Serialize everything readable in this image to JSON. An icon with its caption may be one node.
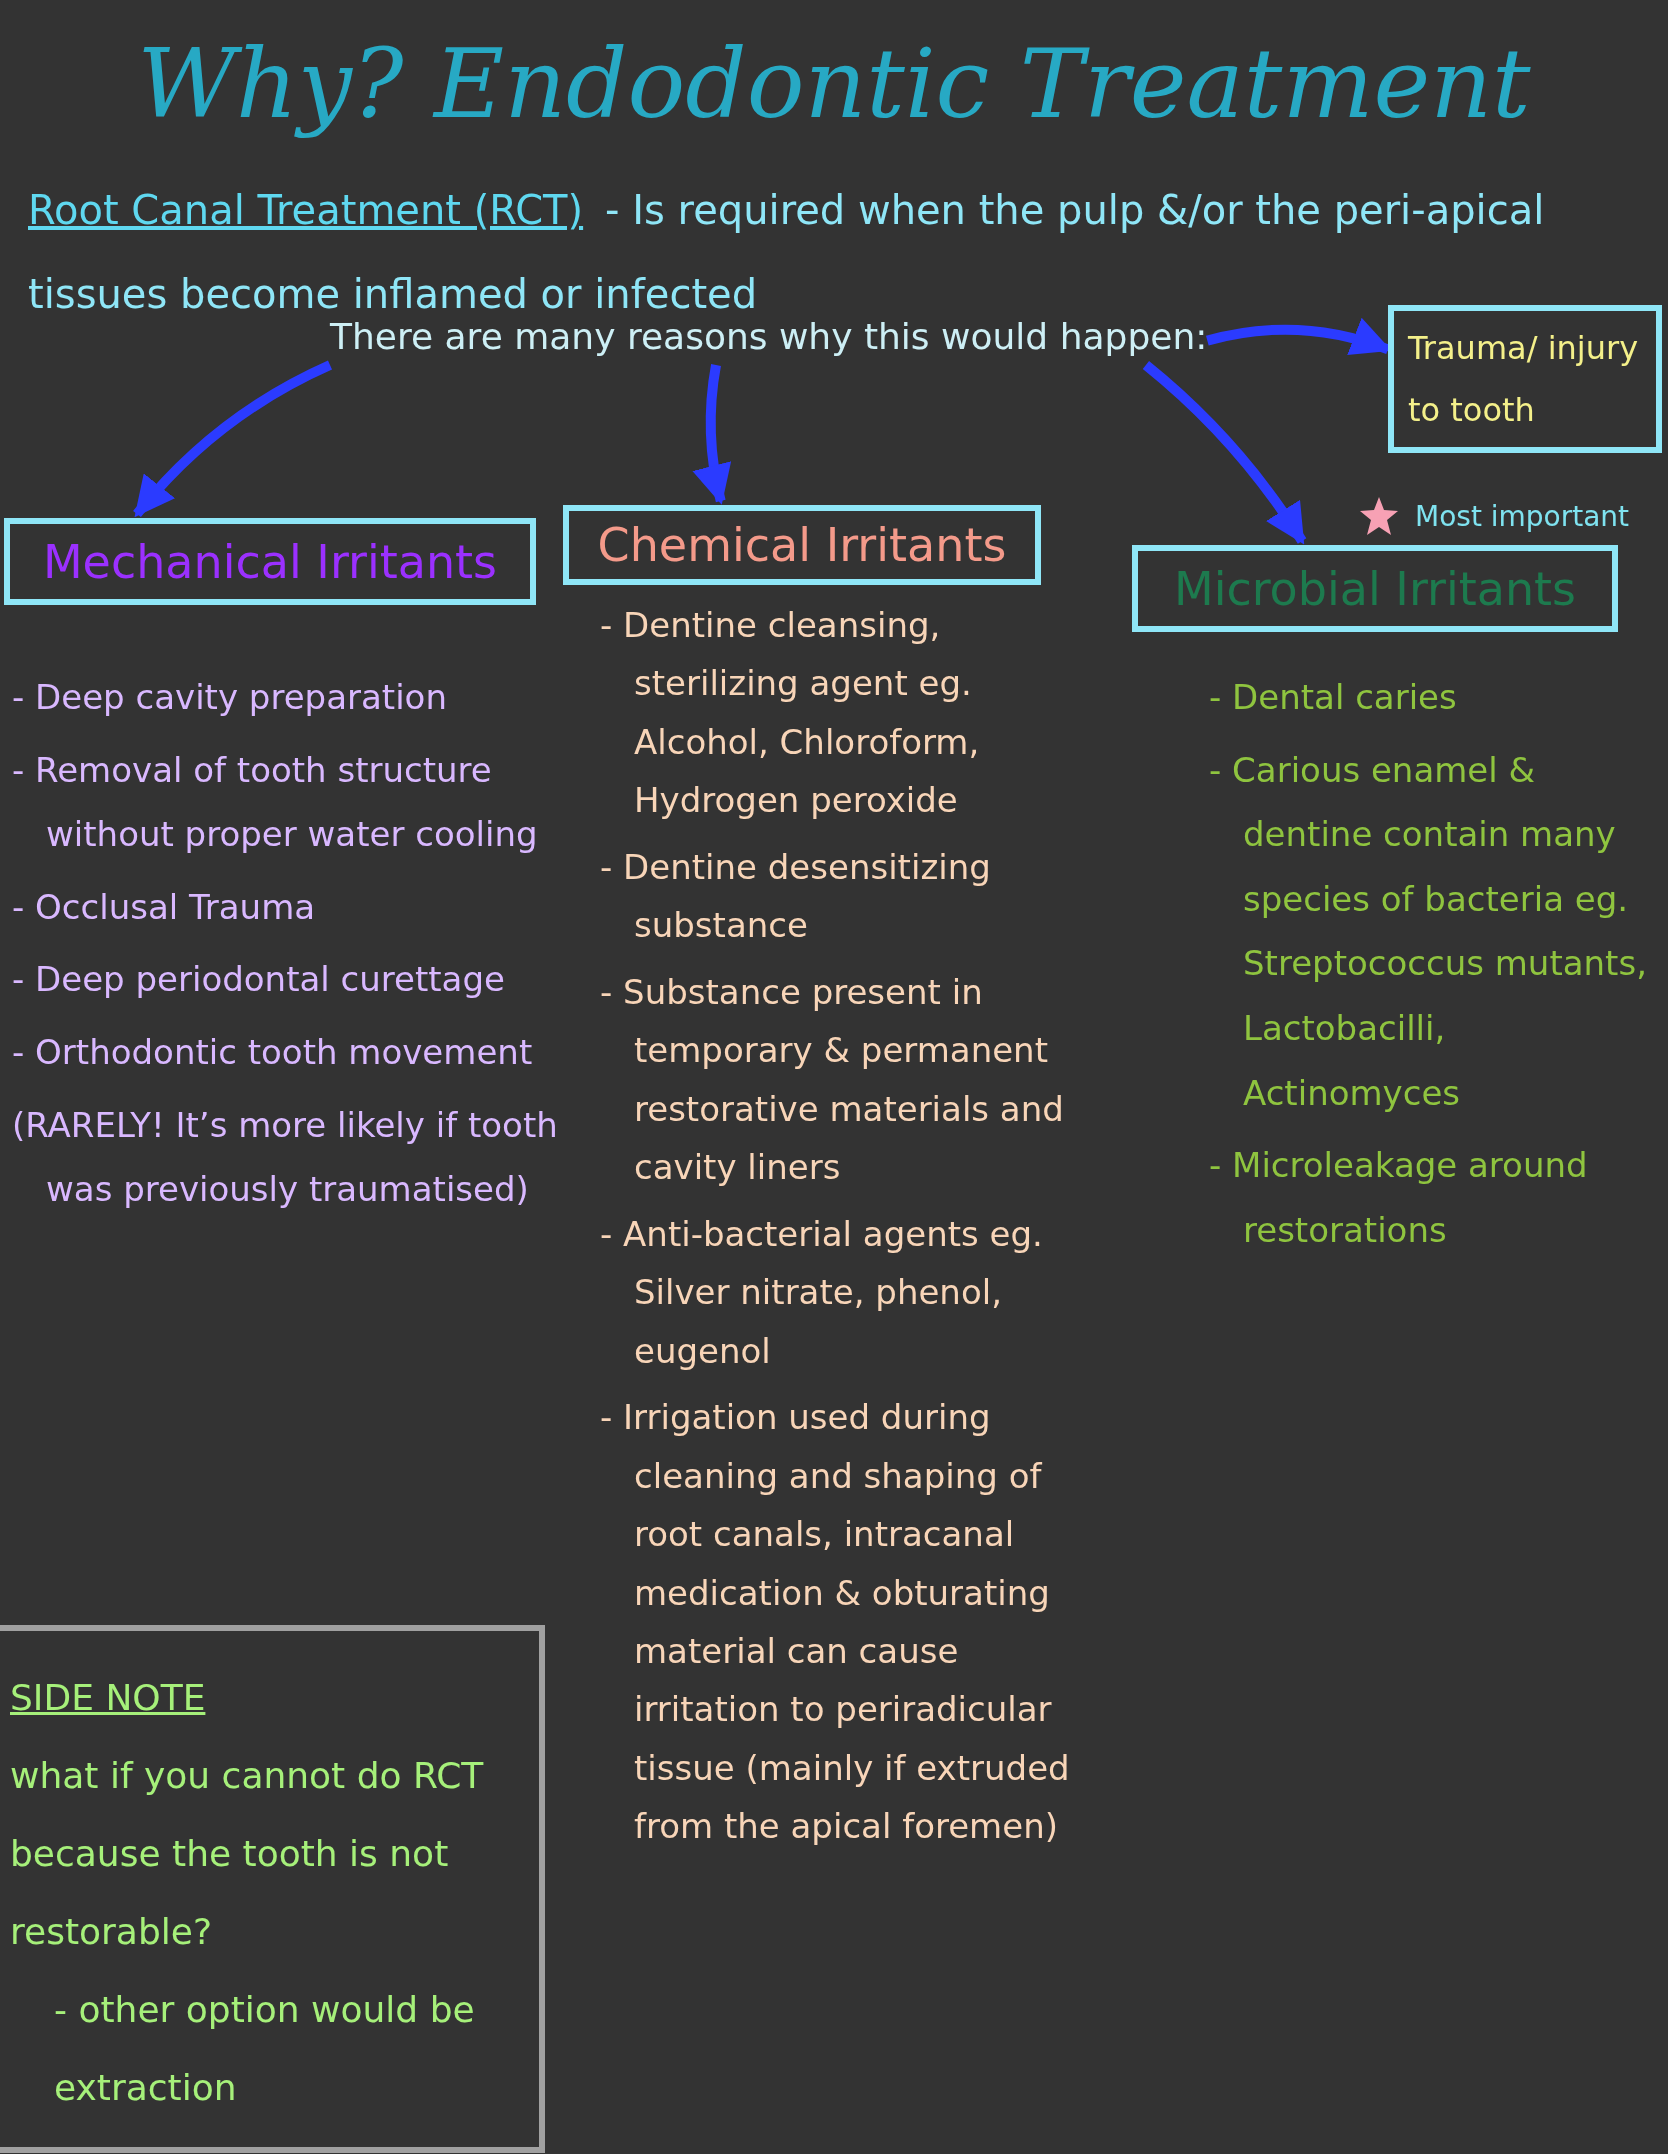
{
  "diagram": {
    "title": "Why? Endodontic Treatment",
    "nodes": [
      {
        "text": [
          "There are many reasons why this would happen:"
        ]
      },
      {
        "text": [
          "Trauma/ injury to tooth"
        ]
      },
      {
        "text": [
          "Mechanical Irritants"
        ],
        "beside": [
          "- Deep cavity preparation",
          "- Removal of tooth structure without proper water cooling",
          "- Occlusal Trauma",
          "- Deep periodontal curettage",
          "- Orthodontic tooth movement",
          "(RARELY! It’s more likely if tooth was previously traumatised)"
        ]
      },
      {
        "text": [
          "Chemical Irritants"
        ],
        "beside": [
          "- Dentine cleansing, sterilizing agent eg. Alcohol, Chloroform, Hydrogen peroxide",
          "- Dentine desensitizing substance",
          "- Substance present in temporary & permanent restorative materials and cavity liners",
          "- Anti-bacterial agents eg. Silver nitrate, phenol, eugenol",
          "- Irrigation used during cleaning and shaping of root canals, intracanal medication & obturating material can cause irritation to periradicular tissue (mainly if extruded from the apical foremen)"
        ]
      },
      {
        "text": [
          "Microbial Irritants"
        ],
        "beside": [
          "Most important",
          "- Dental caries",
          "- Carious enamel & dentine contain many species of bacteria eg. Streptococcus mutants, Lactobacilli, Actinomyces",
          "- Microleakage around restorations"
        ]
      },
      {
        "text": [
          "SIDE NOTE",
          "what if you cannot do RCT because the tooth is not restorable?",
          "- other option would be extraction"
        ]
      }
    ],
    "edges": [
      {
        "from": 0,
        "to": 2,
        "arrow": "to"
      },
      {
        "from": 0,
        "to": 3,
        "arrow": "to"
      },
      {
        "from": 0,
        "to": 4,
        "arrow": "to"
      },
      {
        "from": 0,
        "to": 1,
        "arrow": "to"
      }
    ],
    "labels": [
      "Root Canal Treatment (RCT)",
      "- Is required when the pulp &/or the peri-apical tissues become inflamed or infected"
    ]
  }
}
